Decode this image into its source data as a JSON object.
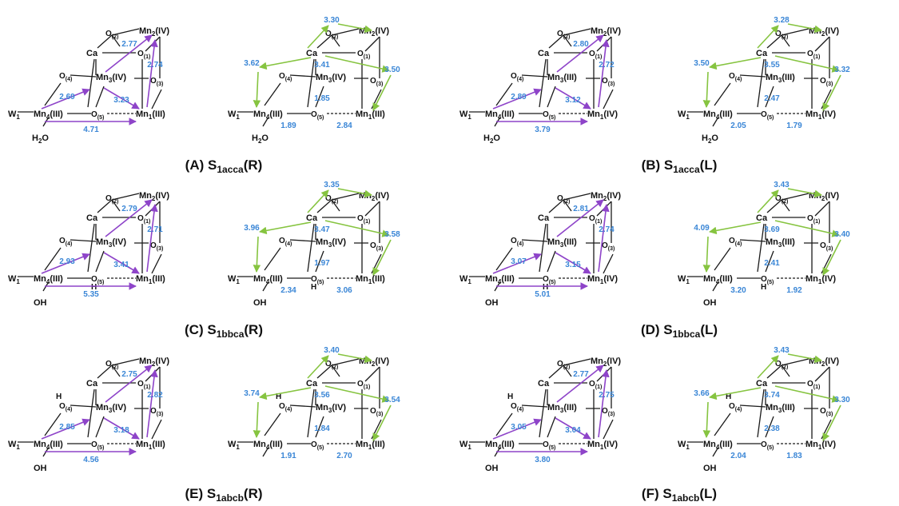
{
  "figure": {
    "panels": [
      {
        "caption": {
          "label": "(A)",
          "state": "S",
          "sub": "1acca",
          "hand": "(R)"
        },
        "left": {
          "mn1": "III",
          "mn2": "IV",
          "mn3": "IV",
          "mn4": "III",
          "o4H": false,
          "o5H": false,
          "term": "H2O",
          "d": {
            "mn4_o5": "2.69",
            "mn4_mn1": "4.71",
            "o5_mn1": "3.23",
            "o1_mn2": "2.77",
            "mn3_mn2": "2.74"
          }
        },
        "right": {
          "mn1": "III",
          "mn2": "IV",
          "mn3": "IV",
          "mn4": "III",
          "o4H": false,
          "o5H": false,
          "term": "H2O",
          "d": {
            "ca_top": "3.30",
            "ca_mn4": "3.62",
            "ca_mn1": "3.50",
            "ca_mn3": "3.41",
            "mn3_o5": "1.85",
            "mn4_o5": "1.89",
            "o5_mn1": "2.84"
          }
        }
      },
      {
        "caption": {
          "label": "(B)",
          "state": "S",
          "sub": "1acca",
          "hand": "(L)"
        },
        "left": {
          "mn1": "IV",
          "mn2": "IV",
          "mn3": "III",
          "mn4": "III",
          "o4H": false,
          "o5H": false,
          "term": "H2O",
          "d": {
            "mn4_o5": "2.89",
            "mn4_mn1": "3.79",
            "o5_mn1": "3.12",
            "o1_mn2": "2.80",
            "mn3_mn2": "2.72"
          }
        },
        "right": {
          "mn1": "IV",
          "mn2": "IV",
          "mn3": "III",
          "mn4": "III",
          "o4H": false,
          "o5H": false,
          "term": "H2O",
          "d": {
            "ca_top": "3.28",
            "ca_mn4": "3.50",
            "ca_mn1": "3.32",
            "ca_mn3": "3.55",
            "mn3_o5": "2.47",
            "mn4_o5": "2.05",
            "o5_mn1": "1.79"
          }
        }
      },
      {
        "caption": {
          "label": "(C)",
          "state": "S",
          "sub": "1bbca",
          "hand": "(R)"
        },
        "left": {
          "mn1": "III",
          "mn2": "IV",
          "mn3": "IV",
          "mn4": "III",
          "o4H": false,
          "o5H": true,
          "term": "OH",
          "d": {
            "mn4_o5": "2.93",
            "mn4_mn1": "5.35",
            "o5_mn1": "3.41",
            "o1_mn2": "2.79",
            "mn3_mn2": "2.71"
          }
        },
        "right": {
          "mn1": "III",
          "mn2": "IV",
          "mn3": "IV",
          "mn4": "III",
          "o4H": false,
          "o5H": true,
          "term": "OH",
          "d": {
            "ca_top": "3.35",
            "ca_mn4": "3.96",
            "ca_mn1": "3.58",
            "ca_mn3": "3.47",
            "mn3_o5": "1.97",
            "mn4_o5": "2.34",
            "o5_mn1": "3.06"
          }
        }
      },
      {
        "caption": {
          "label": "(D)",
          "state": "S",
          "sub": "1bbca",
          "hand": "(L)"
        },
        "left": {
          "mn1": "IV",
          "mn2": "IV",
          "mn3": "III",
          "mn4": "III",
          "o4H": false,
          "o5H": true,
          "term": "OH",
          "d": {
            "mn4_o5": "3.07",
            "mn4_mn1": "5.01",
            "o5_mn1": "3.15",
            "o1_mn2": "2.81",
            "mn3_mn2": "2.74"
          }
        },
        "right": {
          "mn1": "IV",
          "mn2": "IV",
          "mn3": "III",
          "mn4": "III",
          "o4H": false,
          "o5H": true,
          "term": "OH",
          "d": {
            "ca_top": "3.43",
            "ca_mn4": "4.09",
            "ca_mn1": "3.40",
            "ca_mn3": "3.69",
            "mn3_o5": "2.41",
            "mn4_o5": "3.20",
            "o5_mn1": "1.92"
          }
        }
      },
      {
        "caption": {
          "label": "(E)",
          "state": "S",
          "sub": "1abcb",
          "hand": "(R)"
        },
        "left": {
          "mn1": "III",
          "mn2": "IV",
          "mn3": "IV",
          "mn4": "III",
          "o4H": true,
          "o5H": false,
          "term": "OH",
          "d": {
            "mn4_o5": "2.85",
            "mn4_mn1": "4.56",
            "o5_mn1": "3.18",
            "o1_mn2": "2.75",
            "mn3_mn2": "2.82"
          }
        },
        "right": {
          "mn1": "III",
          "mn2": "IV",
          "mn3": "IV",
          "mn4": "III",
          "o4H": true,
          "o5H": false,
          "term": "",
          "d": {
            "ca_top": "3.40",
            "ca_mn4": "3.74",
            "ca_mn1": "3.54",
            "ca_mn3": "3.56",
            "mn3_o5": "1.84",
            "mn4_o5": "1.91",
            "o5_mn1": "2.70"
          }
        }
      },
      {
        "caption": {
          "label": "(F)",
          "state": "S",
          "sub": "1abcb",
          "hand": "(L)"
        },
        "left": {
          "mn1": "IV",
          "mn2": "IV",
          "mn3": "III",
          "mn4": "III",
          "o4H": true,
          "o5H": false,
          "term": "OH",
          "d": {
            "mn4_o5": "3.05",
            "mn4_mn1": "3.80",
            "o5_mn1": "3.04",
            "o1_mn2": "2.77",
            "mn3_mn2": "2.75"
          }
        },
        "right": {
          "mn1": "IV",
          "mn2": "IV",
          "mn3": "III",
          "mn4": "III",
          "o4H": true,
          "o5H": false,
          "term": "OH",
          "d": {
            "ca_top": "3.43",
            "ca_mn4": "3.66",
            "ca_mn1": "3.30",
            "ca_mn3": "3.74",
            "mn3_o5": "2.38",
            "mn4_o5": "2.04",
            "o5_mn1": "1.83"
          }
        }
      }
    ]
  },
  "colors": {
    "atom": "#111111",
    "bond": "#1a1a1a",
    "distance": "#3a86d6",
    "arrow_left": "#8e44c9",
    "arrow_right": "#86c440"
  },
  "atoms": {
    "W1": "W",
    "mn": "Mn",
    "ca": "Ca",
    "o": "O"
  }
}
